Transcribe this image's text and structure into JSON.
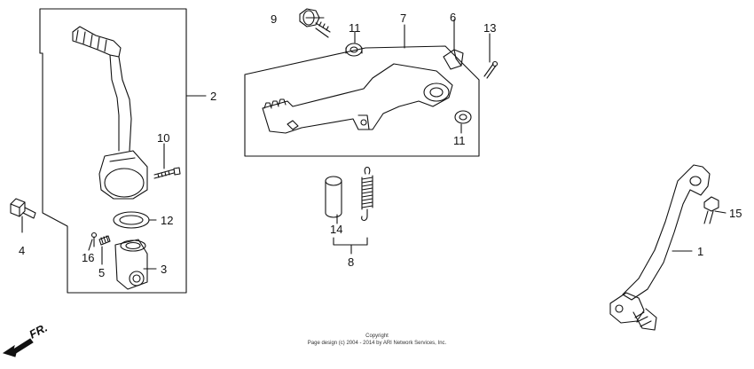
{
  "callouts": {
    "c1": "1",
    "c2": "2",
    "c3": "3",
    "c4": "4",
    "c5": "5",
    "c6": "6",
    "c7": "7",
    "c8": "8",
    "c9": "9",
    "c10": "10",
    "c11a": "11",
    "c11b": "11",
    "c12": "12",
    "c13": "13",
    "c14": "14",
    "c15": "15",
    "c16": "16"
  },
  "copyright": {
    "line1": "Copyright",
    "line2": "Page design (c) 2004 - 2014 by ARI Network Services, Inc."
  },
  "direction": {
    "label": "FR."
  }
}
